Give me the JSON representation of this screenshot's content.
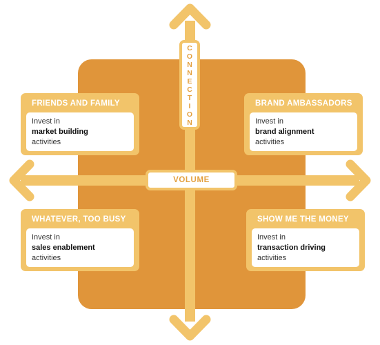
{
  "axes": {
    "vertical": {
      "label": "CONNECTION",
      "letters": [
        "C",
        "O",
        "N",
        "N",
        "E",
        "C",
        "T",
        "I",
        "O",
        "N"
      ]
    },
    "horizontal": {
      "label": "VOLUME"
    }
  },
  "quadrants": [
    {
      "id": "top-left",
      "title": "FRIENDS AND FAMILY",
      "line1": "Invest in",
      "emphasis": "market building",
      "line3": "activities"
    },
    {
      "id": "top-right",
      "title": "BRAND AMBASSADORS",
      "line1": "Invest in",
      "emphasis": "brand alignment",
      "line3": "activities"
    },
    {
      "id": "bottom-left",
      "title": "WHATEVER, TOO BUSY",
      "line1": "Invest in",
      "emphasis": "sales enablement",
      "line3": "activities"
    },
    {
      "id": "bottom-right",
      "title": "SHOW ME THE MONEY",
      "line1": "Invest in",
      "emphasis": "transaction driving",
      "line3": "activities"
    }
  ],
  "colors": {
    "background_block": "#e0953a",
    "arrow": "#f2c46a",
    "label_text": "#e3a03f",
    "card": "#ffffff"
  }
}
